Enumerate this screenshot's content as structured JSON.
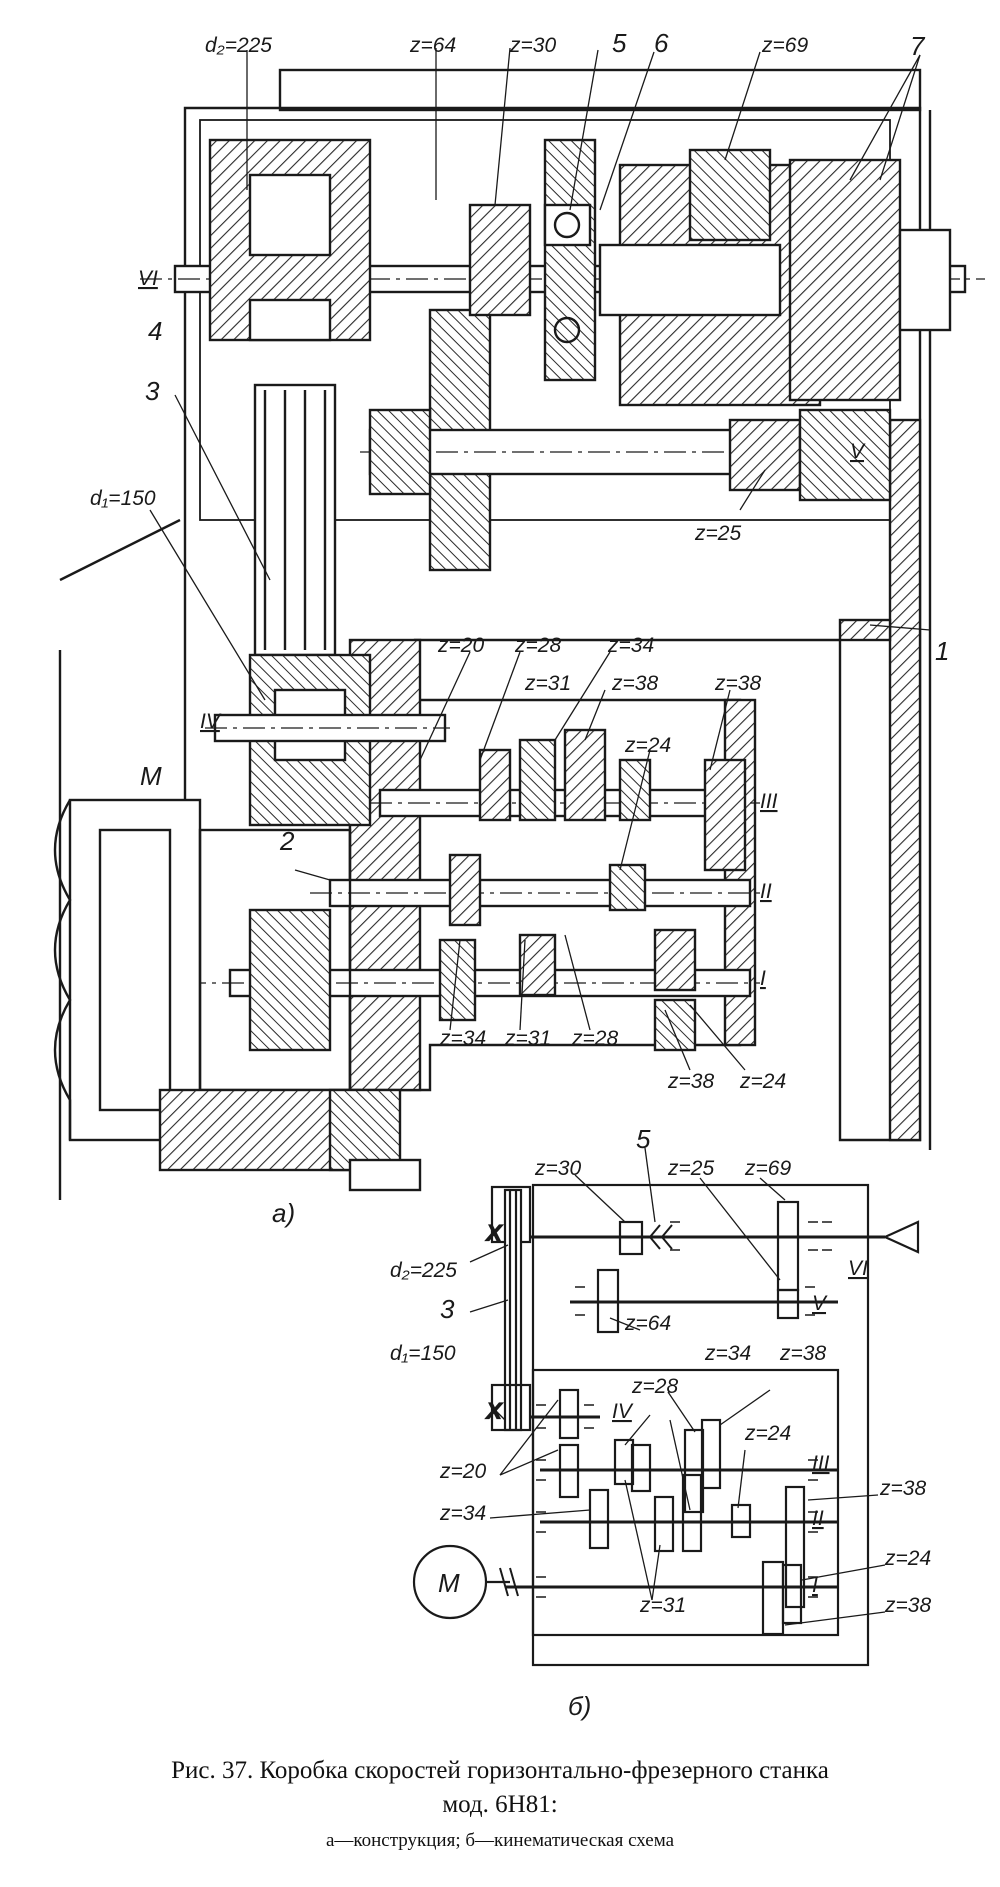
{
  "labels": {
    "d2_top": "d₂=225",
    "z64_top": "z=64",
    "z30_top": "z=30",
    "n5_top": "5",
    "n6_top": "6",
    "z69_top": "z=69",
    "n7_top": "7",
    "VI_top": "VI",
    "n4_top": "4",
    "n3_top": "3",
    "d1_top": "d₁=150",
    "V_top": "V",
    "z25_top": "z=25",
    "n1_top": "1",
    "z20_top": "z=20",
    "z28_top": "z=28",
    "z34_top_a": "z=34",
    "z31_top_a": "z=31",
    "z38_top_a": "z=38",
    "z38_top_b": "z=38",
    "IV_top": "IV",
    "M_top": "M",
    "z24_top": "z=24",
    "III_top": "III",
    "n2_top": "2",
    "II_top": "II",
    "I_top": "I",
    "z34_bot_a": "z=34",
    "z31_bot_a": "z=31",
    "z28_bot_a": "z=28",
    "z38_bot_a": "z=38",
    "z24_bot_a": "z=24",
    "a_mark": "а)",
    "s_z30": "z=30",
    "s_5": "5",
    "s_z25": "z=25",
    "s_z69": "z=69",
    "s_d2": "d₂=225",
    "s_VI": "VI",
    "s_3": "3",
    "s_V": "V",
    "s_z64": "z=64",
    "s_d1": "d₁=150",
    "s_z34a": "z=34",
    "s_z38a": "z=38",
    "s_z28": "z=28",
    "s_IV": "IV",
    "s_z24a": "z=24",
    "s_z20": "z=20",
    "s_III": "III",
    "s_z38b": "z=38",
    "s_z34b": "z=34",
    "s_II": "II",
    "s_M": "M",
    "s_z24b": "z=24",
    "s_I": "I",
    "s_z31": "z=31",
    "s_z38c": "z=38",
    "b_mark": "б)"
  },
  "caption": {
    "line1": "Рис. 37. Коробка скоростей горизонтально-фрезерного станка",
    "line2": "мод. 6Н81:",
    "line3": "а—конструкция; б—кинематическая схема"
  }
}
